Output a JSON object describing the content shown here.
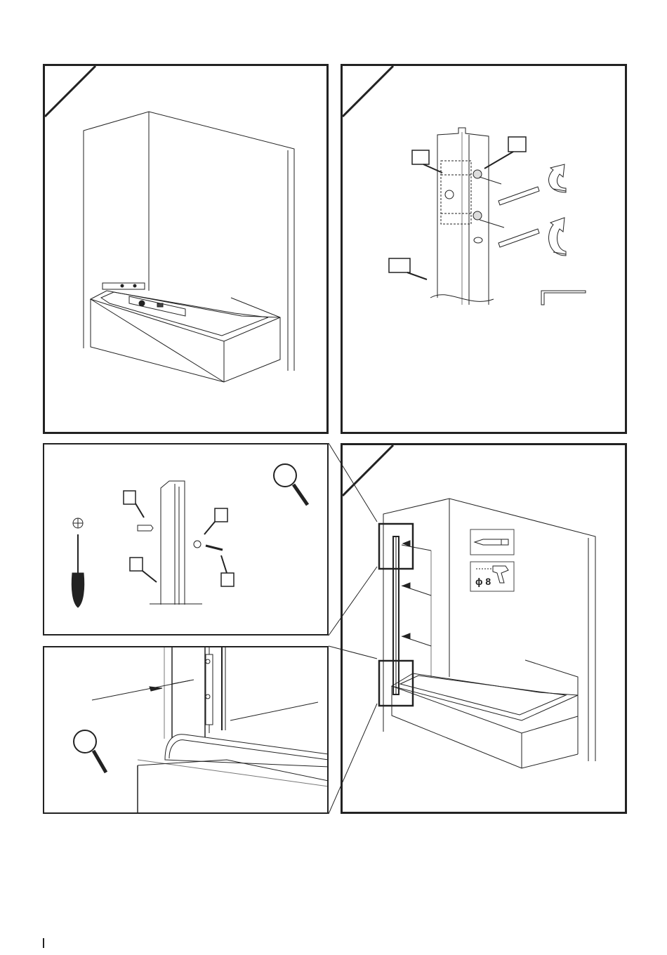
{
  "page": {
    "title": "",
    "panels": [
      {
        "id": "step-1",
        "description": ""
      },
      {
        "id": "step-2",
        "description": ""
      },
      {
        "id": "detail-fixing",
        "description": ""
      },
      {
        "id": "step-3",
        "description": ""
      },
      {
        "id": "detail-bottom",
        "description": ""
      }
    ]
  },
  "drill_panel": {
    "label": "ϕ 8"
  },
  "colors": {
    "line": "#222222",
    "hatch": "#777777"
  },
  "icons": [
    "pencil-icon",
    "drill-icon",
    "magnifier-icon",
    "screwdriver-icon",
    "allen-key-icon",
    "rotate-arrow-icon",
    "crosshead-icon"
  ]
}
